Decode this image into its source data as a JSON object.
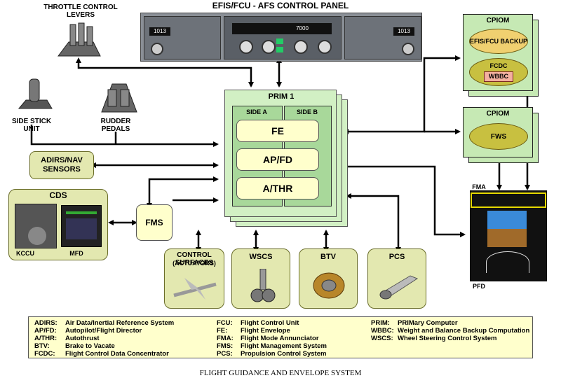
{
  "panel_title": "EFIS/FCU - AFS CONTROL PANEL",
  "panel": {
    "left_display": "1013",
    "right_display": "1013",
    "alt_display": "7000"
  },
  "throttle_label": "THROTTLE CONTROL LEVERS",
  "side_stick_label": "SIDE STICK UNIT",
  "rudder_label": "RUDDER PEDALS",
  "adirs_label": "ADIRS/NAV SENSORS",
  "cds": {
    "title": "CDS",
    "kccu": "KCCU",
    "mfd": "MFD"
  },
  "fms_label": "FMS",
  "prim": {
    "title": "PRIM 1",
    "side_a": "SIDE A",
    "side_b": "SIDE B",
    "fe": "FE",
    "apfd": "AP/FD",
    "athr": "A/THR"
  },
  "cpiom1": {
    "title": "CPIOM",
    "efis_backup": "EFIS/FCU BACKUP",
    "fcdc": "FCDC",
    "wbbc": "WBBC"
  },
  "cpiom2": {
    "title": "CPIOM",
    "fws": "FWS"
  },
  "fma_label": "FMA",
  "pfd_label": "PFD",
  "bottom": {
    "control_surfaces_1": "CONTROL SURFACES",
    "control_surfaces_2": "(ACTUATORS)",
    "wscs": "WSCS",
    "btv": "BTV",
    "pcs": "PCS"
  },
  "legend": [
    {
      "abbr": "ADIRS:",
      "text": "Air Data/Inertial Reference System"
    },
    {
      "abbr": "AP/FD:",
      "text": "Autopilot/Flight Director"
    },
    {
      "abbr": "A/THR:",
      "text": "Autothrust"
    },
    {
      "abbr": "BTV:",
      "text": "Brake to Vacate"
    },
    {
      "abbr": "FCDC:",
      "text": "Flight Control Data Concentrator"
    },
    {
      "abbr": "FCU:",
      "text": "Flight Control Unit"
    },
    {
      "abbr": "FE:",
      "text": "Flight Envelope"
    },
    {
      "abbr": "FMA:",
      "text": "Flight Mode Annunciator"
    },
    {
      "abbr": "FMS:",
      "text": "Flight Management System"
    },
    {
      "abbr": "PCS:",
      "text": "Propulsion Control System"
    },
    {
      "abbr": "PRIM:",
      "text": "PRIMary Computer"
    },
    {
      "abbr": "WBBC:",
      "text": "Weight and Balance Backup Computation"
    },
    {
      "abbr": "WSCS:",
      "text": "Wheel Steering Control System"
    }
  ],
  "caption": "FLIGHT GUIDANCE AND ENVELOPE SYSTEM"
}
